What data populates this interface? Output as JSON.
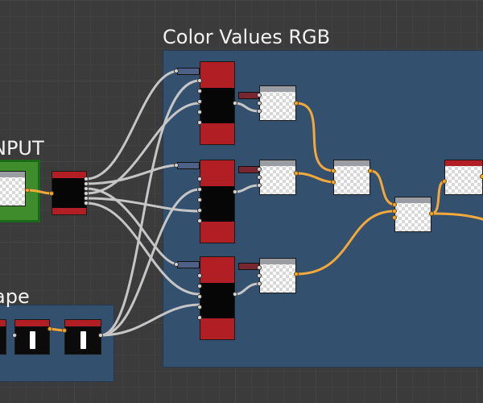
{
  "frames": {
    "color_values": {
      "title": "Color Values RGB"
    },
    "input": {
      "title": "NPUT"
    },
    "shape": {
      "title": "ape"
    }
  },
  "colors": {
    "canvas": "#3b3b3b",
    "frame": "#33506e",
    "node_red": "#b11e23",
    "input_outline": "#3f8c2c",
    "wire_gray": "#c6c6c6",
    "wire_orange": "#f2a83a"
  }
}
